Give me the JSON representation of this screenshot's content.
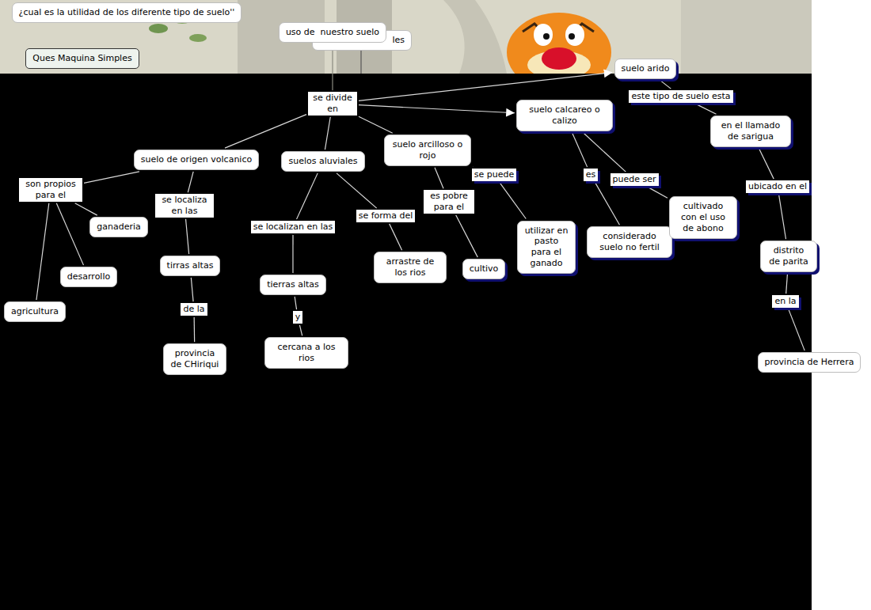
{
  "diagram": {
    "nodes": [
      {
        "text": [
          "¿cual es la utilidad de los diferente tipo de suelo''"
        ]
      },
      {
        "text": [
          "Ques Maquina Simples"
        ]
      },
      {
        "text": [
          "les"
        ]
      },
      {
        "text": [
          "uso de  nuestro suelo"
        ]
      },
      {
        "text": [
          "se divide en"
        ]
      },
      {
        "text": [
          "suelo de origen volcanico"
        ]
      },
      {
        "text": [
          "suelos aluviales"
        ]
      },
      {
        "text": [
          "suelo arcilloso o rojo"
        ]
      },
      {
        "text": [
          "suelo calcareo o calizo"
        ]
      },
      {
        "text": [
          "suelo arido"
        ]
      },
      {
        "text": [
          "este tipo de suelo esta"
        ]
      },
      {
        "text": [
          "en el llamado de sarigua"
        ]
      },
      {
        "text": [
          "ubicado en el"
        ]
      },
      {
        "text": [
          "distrito de parita"
        ]
      },
      {
        "text": [
          "en la"
        ]
      },
      {
        "text": [
          "provincia de Herrera"
        ]
      },
      {
        "text": [
          "son propios para el"
        ]
      },
      {
        "text": [
          "ganaderia"
        ]
      },
      {
        "text": [
          "desarrollo"
        ]
      },
      {
        "text": [
          "agricultura"
        ]
      },
      {
        "text": [
          "se localiza en las"
        ]
      },
      {
        "text": [
          "tirras altas"
        ]
      },
      {
        "text": [
          "de la"
        ]
      },
      {
        "text": [
          "provincia de CHiriqui"
        ]
      },
      {
        "text": [
          "se localizan en las"
        ]
      },
      {
        "text": [
          "tierras altas"
        ]
      },
      {
        "text": [
          "y"
        ]
      },
      {
        "text": [
          "cercana a los rios"
        ]
      },
      {
        "text": [
          "se forma del"
        ]
      },
      {
        "text": [
          "arrastre de los rios"
        ]
      },
      {
        "text": [
          "es pobre para el"
        ]
      },
      {
        "text": [
          "cultivo"
        ]
      },
      {
        "text": [
          "se puede"
        ]
      },
      {
        "text": [
          "utilizar en pasto para el ganado"
        ]
      },
      {
        "text": [
          "es"
        ]
      },
      {
        "text": [
          "considerado suelo no fertil"
        ]
      },
      {
        "text": [
          "puede ser"
        ]
      },
      {
        "text": [
          "cultivado con el uso de abono"
        ]
      }
    ],
    "edges": [
      {
        "from": 3,
        "to": 4,
        "arrow": "none"
      },
      {
        "from": 4,
        "to": 5,
        "arrow": "none"
      },
      {
        "from": 4,
        "to": 6,
        "arrow": "none"
      },
      {
        "from": 4,
        "to": 7,
        "arrow": "none"
      },
      {
        "from": 4,
        "to": 8,
        "arrow": "to"
      },
      {
        "from": 4,
        "to": 9,
        "arrow": "to"
      },
      {
        "from": 9,
        "to": 10,
        "arrow": "none"
      },
      {
        "from": 10,
        "to": 11,
        "arrow": "none"
      },
      {
        "from": 11,
        "to": 12,
        "arrow": "none"
      },
      {
        "from": 12,
        "to": 13,
        "arrow": "none"
      },
      {
        "from": 13,
        "to": 14,
        "arrow": "none"
      },
      {
        "from": 14,
        "to": 15,
        "arrow": "none"
      },
      {
        "from": 5,
        "to": 16,
        "arrow": "none"
      },
      {
        "from": 16,
        "to": 17,
        "arrow": "none"
      },
      {
        "from": 16,
        "to": 18,
        "arrow": "none"
      },
      {
        "from": 16,
        "to": 19,
        "arrow": "none"
      },
      {
        "from": 5,
        "to": 20,
        "arrow": "none"
      },
      {
        "from": 20,
        "to": 21,
        "arrow": "none"
      },
      {
        "from": 21,
        "to": 22,
        "arrow": "none"
      },
      {
        "from": 22,
        "to": 23,
        "arrow": "none"
      },
      {
        "from": 6,
        "to": 24,
        "arrow": "none"
      },
      {
        "from": 24,
        "to": 25,
        "arrow": "none"
      },
      {
        "from": 25,
        "to": 26,
        "arrow": "none"
      },
      {
        "from": 26,
        "to": 27,
        "arrow": "none"
      },
      {
        "from": 6,
        "to": 28,
        "arrow": "none"
      },
      {
        "from": 28,
        "to": 29,
        "arrow": "none"
      },
      {
        "from": 7,
        "to": 30,
        "arrow": "none"
      },
      {
        "from": 30,
        "to": 31,
        "arrow": "none"
      },
      {
        "from": 7,
        "to": 32,
        "arrow": "none"
      },
      {
        "from": 32,
        "to": 33,
        "arrow": "none"
      },
      {
        "from": 8,
        "to": 34,
        "arrow": "none"
      },
      {
        "from": 34,
        "to": 35,
        "arrow": "none"
      },
      {
        "from": 8,
        "to": 36,
        "arrow": "none"
      },
      {
        "from": 36,
        "to": 37,
        "arrow": "none"
      }
    ]
  }
}
